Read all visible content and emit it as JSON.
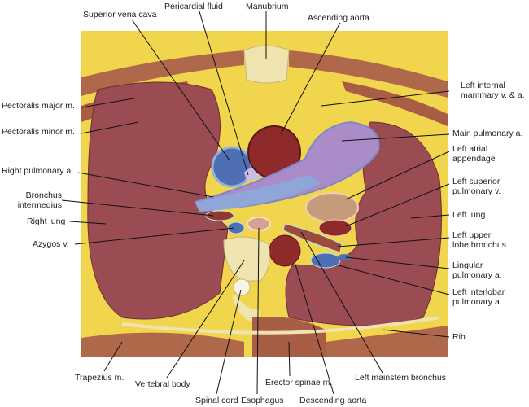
{
  "labels": {
    "superior_vena_cava": "Superior vena cava",
    "pericardial_fluid": "Pericardial fluid",
    "manubrium": "Manubrium",
    "ascending_aorta": "Ascending aorta",
    "pectoralis_major": "Pectoralis major m.",
    "pectoralis_minor": "Pectoralis minor m.",
    "right_pulmonary_a": "Right pulmonary a.",
    "bronchus_intermedius_1": "Bronchus",
    "bronchus_intermedius_2": "intermedius",
    "right_lung": "Right lung",
    "azygos_v": "Azygos v.",
    "left_internal_mammary_1": "Left internal",
    "left_internal_mammary_2": "mammary v. & a.",
    "main_pulmonary_a": "Main pulmonary a.",
    "left_atrial_appendage_1": "Left atrial",
    "left_atrial_appendage_2": "appendage",
    "left_superior_pulmonary_v_1": "Left superior",
    "left_superior_pulmonary_v_2": "pulmonary v.",
    "left_lung": "Left lung",
    "left_upper_lobe_bronchus_1": "Left upper",
    "left_upper_lobe_bronchus_2": "lobe bronchus",
    "lingular_pulmonary_a_1": "Lingular",
    "lingular_pulmonary_a_2": "pulmonary a.",
    "left_interlobar_pulmonary_a_1": "Left interlobar",
    "left_interlobar_pulmonary_a_2": "pulmonary a.",
    "rib": "Rib",
    "trapezius": "Trapezius m.",
    "vertebral_body": "Vertebral body",
    "spinal_cord": "Spinal cord",
    "esophagus": "Esophagus",
    "erector_spinae": "Erector spinae m.",
    "descending_aorta": "Descending aorta",
    "left_mainstem_bronchus": "Left mainstem bronchus"
  },
  "colors": {
    "fat": "#f1d54c",
    "lung": "#9a4c52",
    "muscle": "#b0684a",
    "artery": "#8e2a2a",
    "vein": "#4f6fb5",
    "pulmonary_trunk": "#a98cc8",
    "bone": "#efe3b0"
  }
}
